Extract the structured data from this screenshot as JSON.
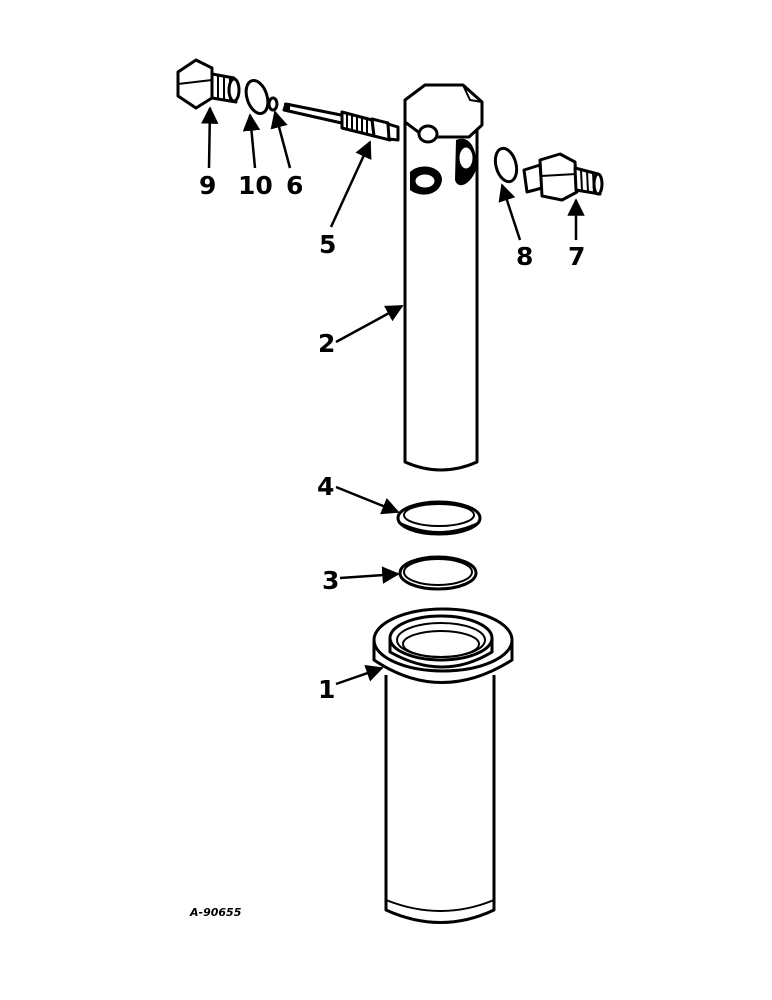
{
  "callouts": {
    "c1": "1",
    "c2": "2",
    "c3": "3",
    "c4": "4",
    "c5": "5",
    "c6": "6",
    "c7": "7",
    "c8": "8",
    "c9": "9",
    "c10": "10"
  },
  "figure_ref": "A-90655",
  "colors": {
    "ink": "#000000",
    "paper": "#ffffff"
  }
}
